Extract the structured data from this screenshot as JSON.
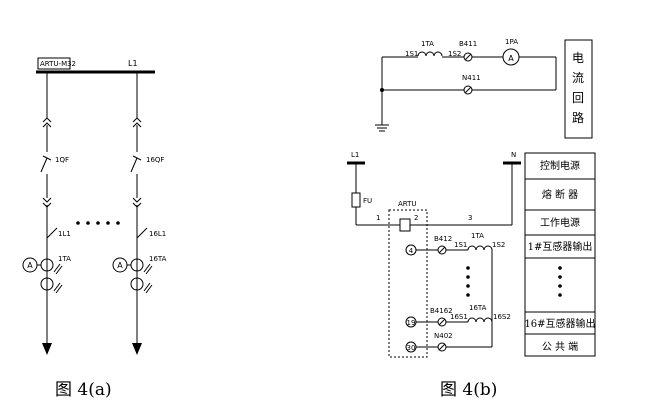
{
  "diagram_a": {
    "device_label": "ARTU-M32",
    "bus_label": "L1",
    "breaker_1": "1QF",
    "breaker_16": "16QF",
    "feeder_1": "1L1",
    "feeder_16": "16L1",
    "ct_1": "1TA",
    "ct_16": "16TA",
    "ammeter_symbol": "A",
    "caption": "图 4(a)"
  },
  "diagram_b": {
    "top": {
      "ct_label": "1TA",
      "terminal_b": "B411",
      "terminal_n": "N411",
      "ammeter_label": "1PA",
      "ammeter_symbol": "A",
      "s1": "1S1",
      "s2": "1S2",
      "loop_label": "电流回路"
    },
    "bottom": {
      "line_l": "L1",
      "line_n": "N",
      "fuse": "FU",
      "artu": "ARTU",
      "pin_1": "1",
      "pin_2": "2",
      "pin_3": "3",
      "t4": "4",
      "t19": "19",
      "t30": "30",
      "b412": "B412",
      "ct1": "1TA",
      "b4162": "B4162",
      "ct16": "16TA",
      "n402": "N402",
      "s1": "1S1",
      "s2": "1S2",
      "s16_1": "16S1",
      "s16_2": "16S2",
      "legend": [
        "控制电源",
        "熔 断 器",
        "工作电源",
        "1#互感器输出",
        "16#互感器输出",
        "公 共 端"
      ],
      "legend_dots": "• • • •"
    },
    "caption": "图 4(b)"
  }
}
